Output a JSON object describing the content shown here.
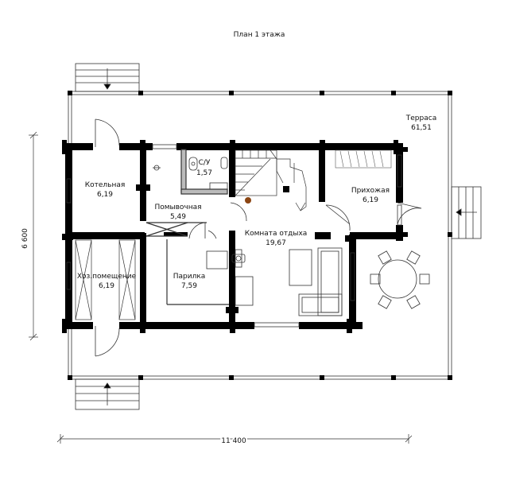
{
  "title": "План 1 этажа",
  "rooms": [
    {
      "name": "Терраса",
      "area": "61,51"
    },
    {
      "name": "Котельная",
      "area": "6,19"
    },
    {
      "name": "С/У",
      "area": "1,57"
    },
    {
      "name": "Помывочная",
      "area": "5,49"
    },
    {
      "name": "Прихожая",
      "area": "6,19"
    },
    {
      "name": "Комната отдыха",
      "area": "19,67"
    },
    {
      "name": "Хоз.помещение",
      "area": "6,19"
    },
    {
      "name": "Парилка",
      "area": "7,59"
    }
  ],
  "dimensions": {
    "width": "11 400",
    "height": "6 600"
  },
  "colors": {
    "wall": "#000000",
    "line": "#333333",
    "stair": "#8B4513"
  }
}
